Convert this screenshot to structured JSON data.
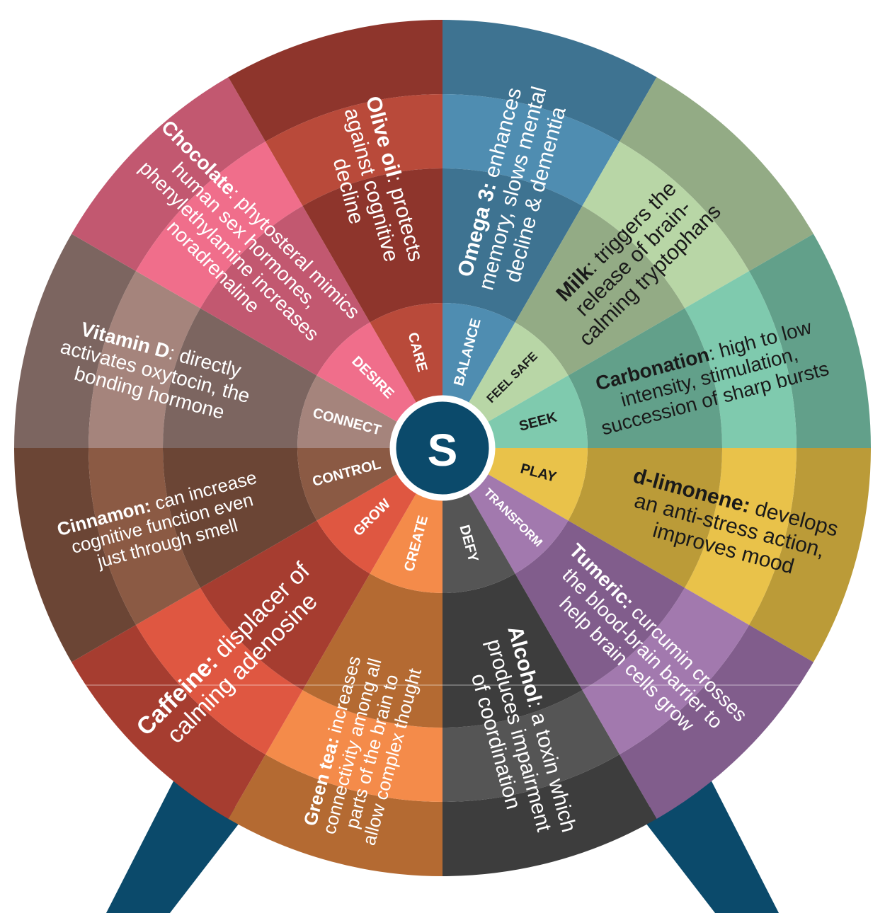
{
  "center": {
    "letter": "S",
    "color": "#0b4a6b"
  },
  "stand_color": "#0b4a6b",
  "sectors": [
    {
      "id": "balance",
      "label": "BALANCE",
      "colors": [
        "#3e7391",
        "#4f8db1",
        "#3e7391",
        "#4f8db1"
      ],
      "text_color": "#ffffff",
      "label_color": "#ffffff",
      "bold": "Omega 3:",
      "text": " enhances memory, slows mental decline & dementia"
    },
    {
      "id": "feel-safe",
      "label": "FEEL SAFE",
      "colors": [
        "#93ab85",
        "#b8d6a6",
        "#93ab85",
        "#b8d6a6"
      ],
      "text_color": "#1a1a1a",
      "label_color": "#1a1a1a",
      "bold": "Milk",
      "text": ": triggers the release of brain-calming tryptophans"
    },
    {
      "id": "seek",
      "label": "SEEK",
      "colors": [
        "#62a08a",
        "#7fcaae",
        "#62a08a",
        "#7fcaae"
      ],
      "text_color": "#1a1a1a",
      "label_color": "#1a1a1a",
      "bold": "Carbonation",
      "text": ":  high to low intensity, stimulation, succession of  sharp bursts"
    },
    {
      "id": "play",
      "label": "PLAY",
      "colors": [
        "#bb9b38",
        "#e9c24a",
        "#bb9b38",
        "#e9c24a"
      ],
      "text_color": "#1a1a1a",
      "label_color": "#1a1a1a",
      "bold": "d-limonene:",
      "text": " develops an anti-stress action, improves mood"
    },
    {
      "id": "transform",
      "label": "TRANSFORM",
      "colors": [
        "#815d8c",
        "#a279ae",
        "#815d8c",
        "#a279ae"
      ],
      "text_color": "#ffffff",
      "label_color": "#ffffff",
      "bold": "Tumeric:",
      "text": " curcumin crosses the blood-brain barrier to help brain cells grow"
    },
    {
      "id": "defy",
      "label": "DEFY",
      "colors": [
        "#3d3d3d",
        "#555555",
        "#3d3d3d",
        "#555555"
      ],
      "text_color": "#ffffff",
      "label_color": "#ffffff",
      "bold": "Alcohol",
      "text": ": a toxin which produces impairment of coordination"
    },
    {
      "id": "create",
      "label": "CREATE",
      "colors": [
        "#b46a32",
        "#f48b4a",
        "#b46a32",
        "#f48b4a"
      ],
      "text_color": "#ffffff",
      "label_color": "#ffffff",
      "bold": "Green tea:",
      "text": " increases connectivity among all parts of the brain to allow complex thought"
    },
    {
      "id": "grow",
      "label": "GROW",
      "colors": [
        "#a63d30",
        "#df5741",
        "#a63d30",
        "#df5741"
      ],
      "text_color": "#ffffff",
      "label_color": "#ffffff",
      "bold": "Caffeine:",
      "text": " displacer of calming  adenosine"
    },
    {
      "id": "control",
      "label": "CONTROL",
      "colors": [
        "#6b4535",
        "#8b5a44",
        "#6b4535",
        "#8b5a44"
      ],
      "text_color": "#ffffff",
      "label_color": "#ffffff",
      "bold": "Cinnamon:",
      "text": " can increase cognitive function even just through smell"
    },
    {
      "id": "connect",
      "label": "CONNECT",
      "colors": [
        "#7c6560",
        "#a5847c",
        "#7c6560",
        "#a5847c"
      ],
      "text_color": "#ffffff",
      "label_color": "#ffffff",
      "bold": "Vitamin D",
      "text": ": directly activates oxytocin, the bonding hormone"
    },
    {
      "id": "desire",
      "label": "DESIRE",
      "colors": [
        "#c25870",
        "#f06e8b",
        "#c25870",
        "#f06e8b"
      ],
      "text_color": "#ffffff",
      "label_color": "#ffffff",
      "bold": "Chocolate",
      "text": ": phytosteral mimics human sex hormones, phenylethylamine increases noradrenaline"
    },
    {
      "id": "care",
      "label": "CARE",
      "colors": [
        "#8e352c",
        "#b94a3a",
        "#8e352c",
        "#b94a3a"
      ],
      "text_color": "#ffffff",
      "label_color": "#ffffff",
      "bold": "Olive oil",
      "text": ": protects against cognitive decline"
    }
  ]
}
